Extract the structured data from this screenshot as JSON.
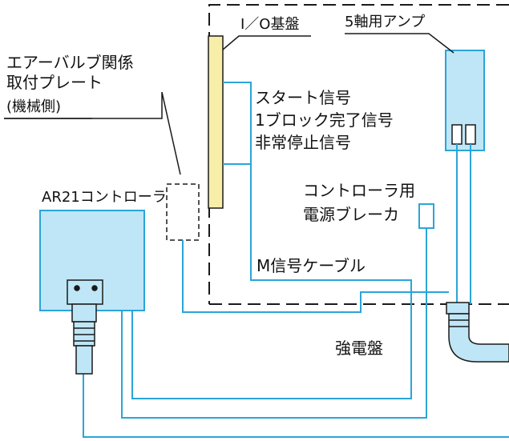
{
  "labels": {
    "io_board": "I／O基盤",
    "amp_5axis": "5軸用アンプ",
    "air_valve_line1": "エアーバルブ関係",
    "air_valve_line2": "取付プレート",
    "machine_side": "(機械側)",
    "signal_start": "スタート信号",
    "signal_block_done": "1ブロック完了信号",
    "signal_estop": "非常停止信号",
    "controller_name": "AR21コントローラ",
    "breaker_line1": "コントローラ用",
    "breaker_line2": "電源ブレーカ",
    "m_cable": "M信号ケーブル",
    "power_panel": "強電盤"
  },
  "colors": {
    "cyan_line": "#2aa5d8",
    "box_fill": "#bfe6f6",
    "io_board_fill": "#f7eeaa",
    "dark": "#1a1a1a"
  }
}
